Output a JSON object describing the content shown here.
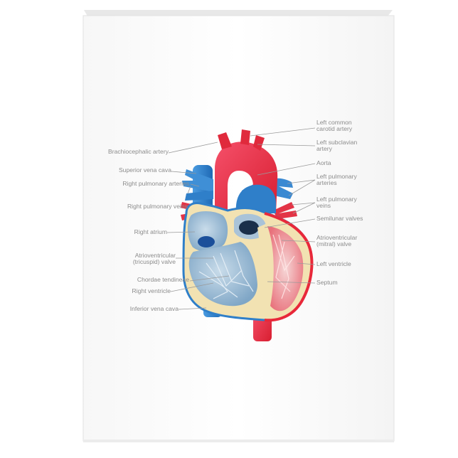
{
  "diagram": {
    "labels_left": {
      "brachiocephalic": "Brachiocephalic artery",
      "superior_vena_cava": "Superior vena cava",
      "right_pulmonary_arteries": "Right pulmonary arteries",
      "right_pulmonary_veins": "Right pulmonary veins",
      "right_atrium": "Right atrium",
      "tricuspid_valve": "Atrioventricular\n(tricuspid) valve",
      "chordae_tendineae": "Chordae tendineae",
      "right_ventricle": "Right ventricle",
      "inferior_vena_cava": "Inferior vena cava"
    },
    "labels_right": {
      "left_common_carotid": "Left common\ncarotid artery",
      "left_subclavian": "Left subclavian\nartery",
      "aorta": "Aorta",
      "left_pulmonary_arteries": "Left pulmonary\narteries",
      "left_pulmonary_veins": "Left pulmonary\nveins",
      "semilunar_valves": "Semilunar valves",
      "mitral_valve": "Atrioventricular\n(mitral) valve",
      "left_ventricle": "Left ventricle",
      "septum": "Septum"
    },
    "colors": {
      "oxygenated": "#e8283a",
      "deoxygenated": "#2f7fc9",
      "wall": "#f3e4b8",
      "leader": "#9a9a9a"
    }
  }
}
